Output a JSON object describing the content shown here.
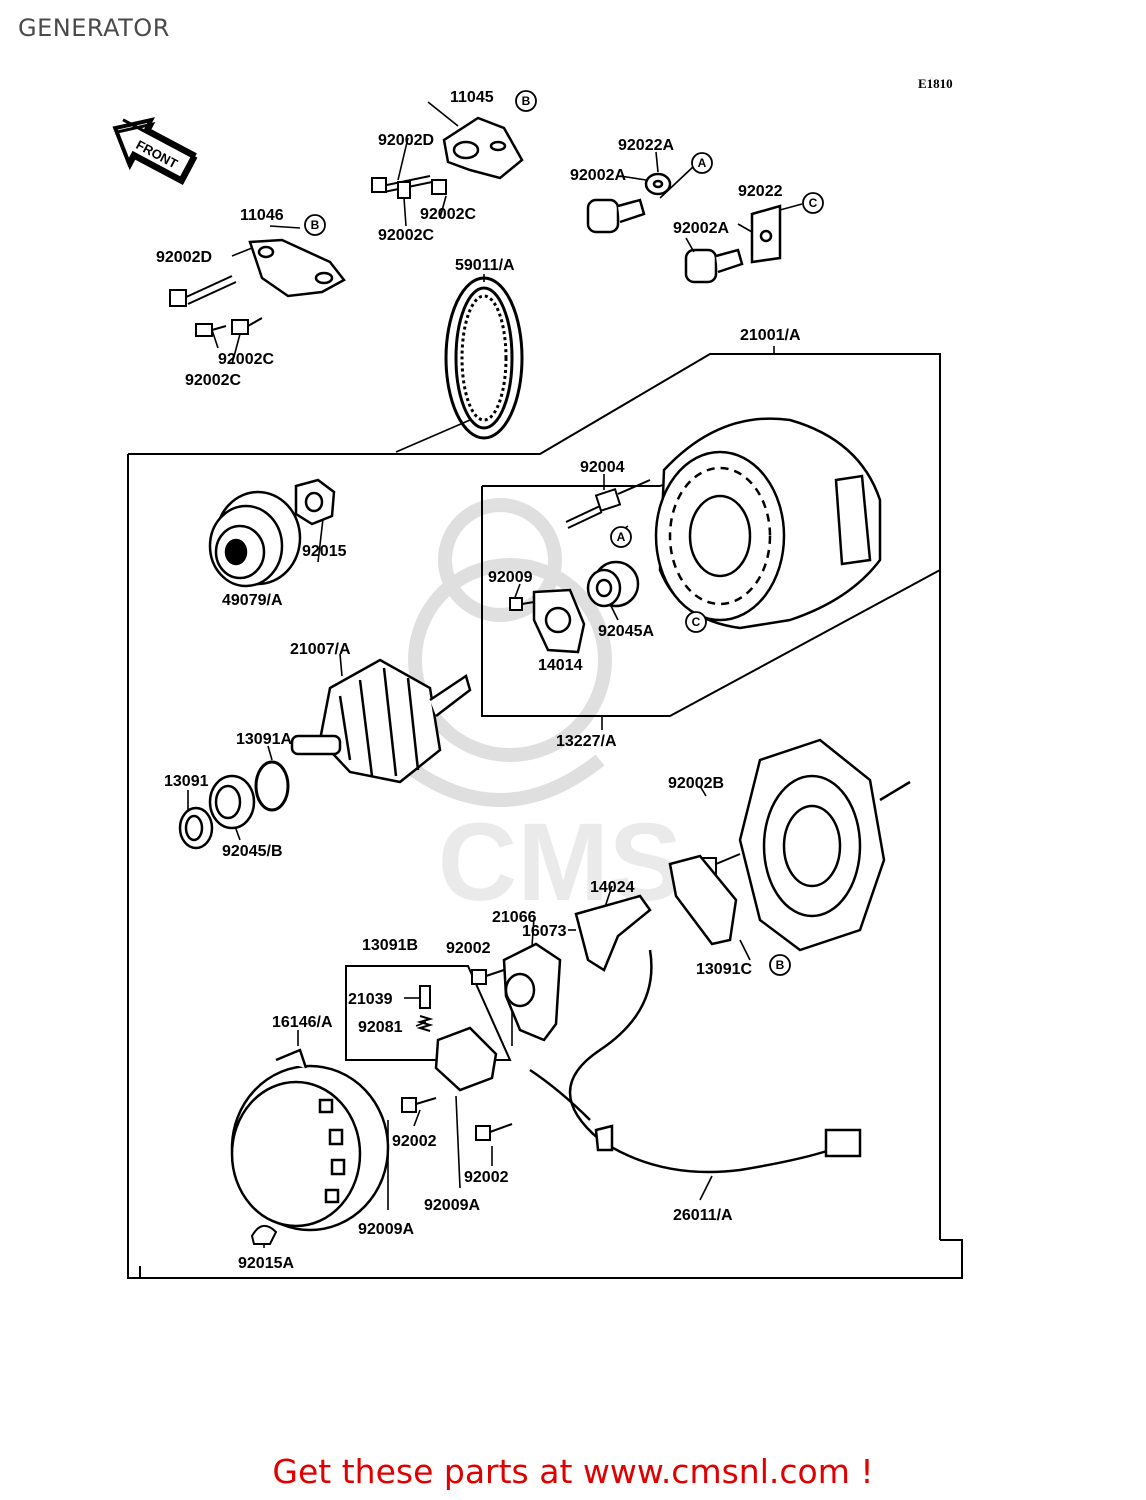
{
  "header": {
    "title": "GENERATOR",
    "diagram_code": "E1810"
  },
  "front_arrow_label": "FRONT",
  "watermark": "CMS www.cmsnl.com",
  "callouts": {
    "A": "A",
    "B": "B",
    "C": "C"
  },
  "parts": {
    "p11045": "11045",
    "p92002D_top": "92002D",
    "p92002C_top1": "92002C",
    "p92002C_top2": "92002C",
    "p92022A": "92022A",
    "p92002A_1": "92002A",
    "p92022": "92022",
    "p92002A_2": "92002A",
    "p11046": "11046",
    "p92002D_left": "92002D",
    "p92002C_left1": "92002C",
    "p92002C_left2": "92002C",
    "p59011A": "59011/A",
    "p21001A": "21001/A",
    "p92004": "92004",
    "p92015": "92015",
    "p49079A": "49079/A",
    "p92009": "92009",
    "p92045A": "92045A",
    "p14014": "14014",
    "p21007A": "21007/A",
    "p13227A": "13227/A",
    "p13091A": "13091A",
    "p13091": "13091",
    "p92045B": "92045/B",
    "p92002B": "92002B",
    "p14024": "14024",
    "p21066": "21066",
    "p16073": "16073",
    "p13091B": "13091B",
    "p92002_mid": "92002",
    "p13091C": "13091C",
    "p21039": "21039",
    "p16146A": "16146/A",
    "p92081": "92081",
    "p92002_low1": "92002",
    "p92002_low2": "92002",
    "p92009A_1": "92009A",
    "p92009A_2": "92009A",
    "p26011A": "26011/A",
    "p92015A": "92015A"
  },
  "footer": {
    "cta": "Get these parts at www.cmsnl.com !"
  }
}
